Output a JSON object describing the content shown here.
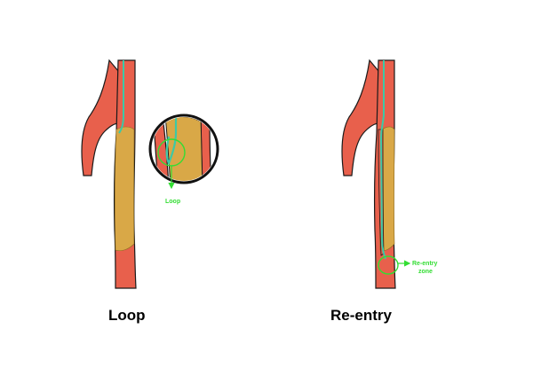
{
  "panels": {
    "loop": {
      "caption": "Loop",
      "annotation": "Loop"
    },
    "reentry": {
      "caption": "Re-entry",
      "annotation_line1": "Re-entry",
      "annotation_line2": "zone"
    }
  },
  "colors": {
    "vessel": "#e8604c",
    "vessel_outline": "#1a1a1a",
    "occlusion": "#d9a847",
    "wire": "#3cc9a6",
    "annotation": "#33dd33",
    "background": "#ffffff"
  }
}
